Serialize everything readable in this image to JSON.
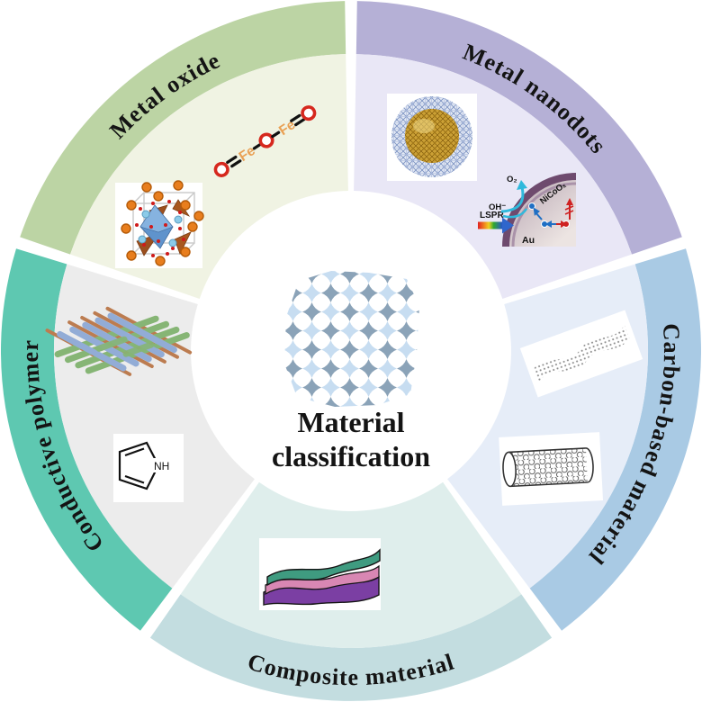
{
  "title": {
    "line1": "Material",
    "line2": "classification"
  },
  "segments": {
    "metal_oxide": {
      "label": "Metal oxide",
      "arc_color": "#bcd4a4",
      "sector_color": "#f0f3e3"
    },
    "metal_nanodots": {
      "label": "Metal nanodots",
      "arc_color": "#b5b0d6",
      "sector_color": "#e9e7f6"
    },
    "carbon": {
      "label": "Carbon-based material",
      "arc_color": "#a9cae4",
      "sector_color": "#e6edf8"
    },
    "composite": {
      "label": "Composite material",
      "arc_color": "#c3dde0",
      "sector_color": "#dfeeec"
    },
    "polymer": {
      "label": "Conductive polymer",
      "arc_color": "#5ec8b1",
      "sector_color": "#ececec"
    }
  },
  "annotations": {
    "lspr": "LSPR",
    "oh": "OH⁻",
    "o2": "O₂",
    "nicoo": "NiCoOₓ",
    "au": "Au",
    "nh": "NH",
    "fe": "Fe"
  }
}
